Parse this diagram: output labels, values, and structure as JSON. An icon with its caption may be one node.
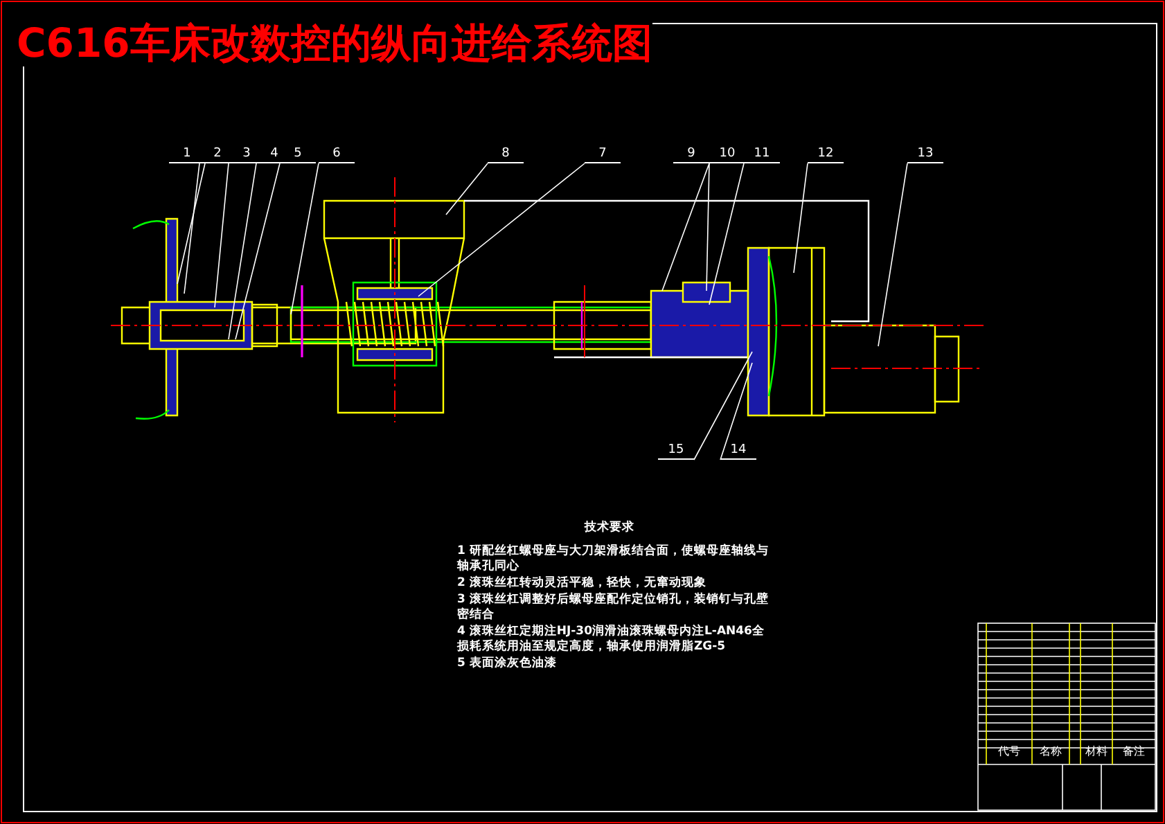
{
  "diagram": {
    "title": "C616车床改数控的纵向进给系统图",
    "nodes": [
      {
        "text": [
          "1"
        ]
      },
      {
        "text": [
          "2"
        ]
      },
      {
        "text": [
          "3"
        ]
      },
      {
        "text": [
          "4"
        ]
      },
      {
        "text": [
          "5"
        ]
      },
      {
        "text": [
          "6"
        ]
      },
      {
        "text": [
          "8"
        ]
      },
      {
        "text": [
          "7"
        ]
      },
      {
        "text": [
          "9"
        ]
      },
      {
        "text": [
          "10"
        ]
      },
      {
        "text": [
          "11"
        ]
      },
      {
        "text": [
          "12"
        ]
      },
      {
        "text": [
          "13"
        ]
      },
      {
        "text": [
          "15"
        ]
      },
      {
        "text": [
          "14"
        ]
      }
    ],
    "edges": [
      {
        "from": 0,
        "to": null,
        "arrow": "none"
      },
      {
        "from": 1,
        "to": null,
        "arrow": "none"
      },
      {
        "from": 2,
        "to": null,
        "arrow": "none"
      },
      {
        "from": 3,
        "to": null,
        "arrow": "none"
      },
      {
        "from": 4,
        "to": null,
        "arrow": "none"
      },
      {
        "from": 5,
        "to": null,
        "arrow": "none"
      },
      {
        "from": 6,
        "to": null,
        "arrow": "none"
      },
      {
        "from": 7,
        "to": null,
        "arrow": "none"
      },
      {
        "from": 8,
        "to": null,
        "arrow": "none"
      },
      {
        "from": 9,
        "to": null,
        "arrow": "none"
      },
      {
        "from": 10,
        "to": null,
        "arrow": "none"
      },
      {
        "from": 11,
        "to": null,
        "arrow": "none"
      },
      {
        "from": 12,
        "to": null,
        "arrow": "none"
      },
      {
        "from": 13,
        "to": null,
        "arrow": "none"
      },
      {
        "from": 14,
        "to": null,
        "arrow": "none"
      }
    ],
    "labels": [
      "技术要求",
      "1 研配丝杠螺母座与大刀架滑板结合面，使螺母座轴线与轴承孔同心",
      "2 滚珠丝杠转动灵活平稳，轻快，无窜动现象",
      "3 滚珠丝杠调整好后螺母座配作定位销孔，装销钉与孔壁密结合",
      "4 滚珠丝杠定期注HJ-30润滑油滚珠螺母内注L-AN46全损耗系统用油至规定高度，轴承使用润滑脂ZG-5",
      "5 表面涂灰色油漆",
      "代号",
      "名称",
      "材料",
      "备注"
    ]
  }
}
